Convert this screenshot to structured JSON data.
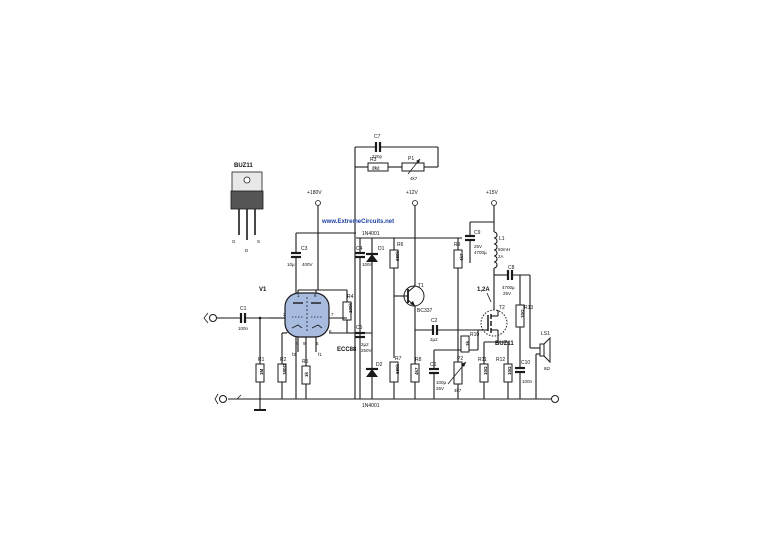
{
  "watermark": "www.ExtremeCircuits.net",
  "package": {
    "title": "BUZ11",
    "pin_g": "G",
    "pin_d": "D",
    "pin_s": "S"
  },
  "rails": {
    "v180": "+180V",
    "v12": "+12V",
    "v15": "+15V"
  },
  "tube": {
    "name": "V1",
    "type": "ECC88",
    "pins": [
      "1",
      "2",
      "3",
      "4",
      "5",
      "6",
      "7",
      "8",
      "9"
    ],
    "filament_f1": "f1",
    "filament_f2": "f2"
  },
  "diodes": {
    "d1": "D1",
    "d2": "D2",
    "part_top": "1N4001",
    "part_bottom": "1N4001"
  },
  "transistors": {
    "t1": "T1",
    "t1_type": "BC337",
    "t2": "T2",
    "t2_type": "BUZ11"
  },
  "current_label": "1,2A",
  "components": {
    "c1": {
      "ref": "C1",
      "value": "100n"
    },
    "c2": {
      "ref": "C2",
      "value": "2µ2"
    },
    "c3": {
      "ref": "C3",
      "value1": "10µ",
      "value2": "400V"
    },
    "c4": {
      "ref": "C4",
      "value": "100n"
    },
    "c5": {
      "ref": "C5",
      "value1": "2µ2",
      "value2": "250V"
    },
    "c6": {
      "ref": "C6",
      "value1": "100µ",
      "value2": "25V"
    },
    "c7": {
      "ref": "C7",
      "value": "220p"
    },
    "c8": {
      "ref": "C8",
      "value1": "4700µ",
      "value2": "25V"
    },
    "c9": {
      "ref": "C9",
      "value1": "25V",
      "value2": "4700µ"
    },
    "c10": {
      "ref": "C10",
      "value": "100n"
    },
    "r1": {
      "ref": "R1",
      "value": "1M"
    },
    "r2": {
      "ref": "R2",
      "value": "180Ω"
    },
    "r3": {
      "ref": "R3",
      "value": "2k2"
    },
    "r4": {
      "ref": "R4",
      "value": "100k"
    },
    "r5": {
      "ref": "R5",
      "value": "1k"
    },
    "r6": {
      "ref": "R6",
      "value": "680k"
    },
    "r7": {
      "ref": "R7",
      "value": "680k"
    },
    "r8": {
      "ref": "R8",
      "value": "4k7"
    },
    "r9": {
      "ref": "R9",
      "value": "4k7"
    },
    "r10": {
      "ref": "R10",
      "value": "1k"
    },
    "r11": {
      "ref": "R11",
      "value": "10Ω"
    },
    "r12": {
      "ref": "R12",
      "value": "10Ω"
    },
    "r13": {
      "ref": "R13",
      "value": "10Ω"
    },
    "p1": {
      "ref": "P1",
      "value": "4k7"
    },
    "p2": {
      "ref": "P2",
      "value": "4k7"
    },
    "l1": {
      "ref": "L1",
      "value1": "50mH",
      "value2": "2A"
    },
    "ls1": {
      "ref": "LS1",
      "value": "8Ω"
    }
  }
}
